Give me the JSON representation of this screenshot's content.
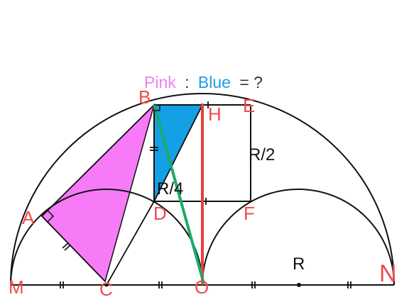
{
  "title": {
    "pink_word": "Pink",
    "colon": ":",
    "blue_word": "Blue",
    "equals_q": "= ?"
  },
  "labels": {
    "B": "B",
    "H": "H",
    "E": "E",
    "A": "A",
    "D": "D",
    "F": "F",
    "M": "M",
    "C": "C",
    "O": "O",
    "N": "N",
    "R": "R",
    "R_half": "R/2",
    "R_quarter": "R/4"
  },
  "colors": {
    "pink_region": "#f77bf7",
    "blue_region": "#14a0e4",
    "red_line": "#ee3c3c",
    "green_line": "#1daa6a",
    "outline": "#111111",
    "pink_text": "#f07df0",
    "blue_text": "#1b9ee6",
    "label_red": "#f04a4a"
  }
}
